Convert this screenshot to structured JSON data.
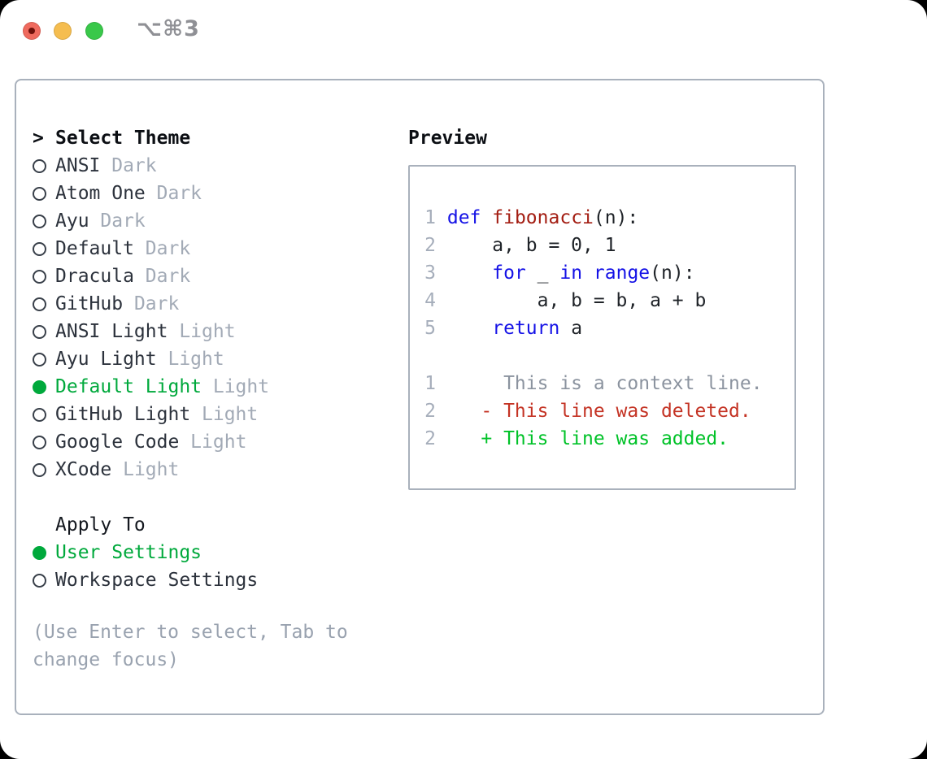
{
  "window": {
    "title": "⌥⌘3",
    "traffic_lights": [
      "close-button",
      "minimize-button",
      "zoom-button"
    ]
  },
  "palette": {
    "selection_green": "#00a93c",
    "keyword_blue": "#1512e6",
    "function_red": "#a31d12",
    "diff_deleted_red": "#c43324",
    "diff_added_green": "#00c228",
    "context_gray": "#8b939f",
    "line_number_gray": "#a6aebb",
    "tag_gray": "#a2aab6",
    "help_gray": "#99a2af",
    "border_gray": "#a9b1bc"
  },
  "theme_list": {
    "cursor": ">",
    "header": "Select Theme",
    "items": [
      {
        "label": "ANSI",
        "variant": " Dark",
        "selected": false
      },
      {
        "label": "Atom One",
        "variant": " Dark",
        "selected": false
      },
      {
        "label": "Ayu",
        "variant": " Dark",
        "selected": false
      },
      {
        "label": "Default",
        "variant": " Dark",
        "selected": false
      },
      {
        "label": "Dracula",
        "variant": " Dark",
        "selected": false
      },
      {
        "label": "GitHub",
        "variant": " Dark",
        "selected": false
      },
      {
        "label": "ANSI Light",
        "variant": " Light",
        "selected": false
      },
      {
        "label": "Ayu Light",
        "variant": " Light",
        "selected": false
      },
      {
        "label": "Default Light",
        "variant": " Light",
        "selected": true
      },
      {
        "label": "GitHub Light",
        "variant": " Light",
        "selected": false
      },
      {
        "label": "Google Code",
        "variant": " Light",
        "selected": false
      },
      {
        "label": "XCode",
        "variant": " Light",
        "selected": false
      }
    ]
  },
  "apply_to": {
    "header": "Apply To",
    "items": [
      {
        "label": "User Settings",
        "selected": true
      },
      {
        "label": "Workspace Settings",
        "selected": false
      }
    ]
  },
  "help": {
    "lines": [
      "(Use Enter to select, Tab to",
      "change focus)"
    ]
  },
  "preview": {
    "title": "Preview",
    "lines": [
      {
        "num": "1",
        "segments": [
          {
            "t": " ",
            "c": "plain"
          },
          {
            "t": "def",
            "c": "kw"
          },
          {
            "t": " ",
            "c": "plain"
          },
          {
            "t": "fibonacci",
            "c": "fn"
          },
          {
            "t": "(n):",
            "c": "plain"
          }
        ]
      },
      {
        "num": "2",
        "segments": [
          {
            "t": "     a, b = 0, 1",
            "c": "plain"
          }
        ]
      },
      {
        "num": "3",
        "segments": [
          {
            "t": "     ",
            "c": "plain"
          },
          {
            "t": "for",
            "c": "kw"
          },
          {
            "t": " _ ",
            "c": "plain"
          },
          {
            "t": "in",
            "c": "kw"
          },
          {
            "t": " ",
            "c": "plain"
          },
          {
            "t": "range",
            "c": "kw"
          },
          {
            "t": "(n):",
            "c": "plain"
          }
        ]
      },
      {
        "num": "4",
        "segments": [
          {
            "t": "         a, b = b, a + b",
            "c": "plain"
          }
        ]
      },
      {
        "num": "5",
        "segments": [
          {
            "t": "     ",
            "c": "plain"
          },
          {
            "t": "return",
            "c": "kw"
          },
          {
            "t": " a",
            "c": "plain"
          }
        ]
      },
      {
        "num": "",
        "segments": []
      },
      {
        "num": "1",
        "segments": [
          {
            "t": "      This is a context line.",
            "c": "ctx"
          }
        ]
      },
      {
        "num": "2",
        "segments": [
          {
            "t": "    - This line was deleted.",
            "c": "del"
          }
        ]
      },
      {
        "num": "2",
        "segments": [
          {
            "t": "    + This line was added.",
            "c": "add"
          }
        ]
      }
    ]
  }
}
